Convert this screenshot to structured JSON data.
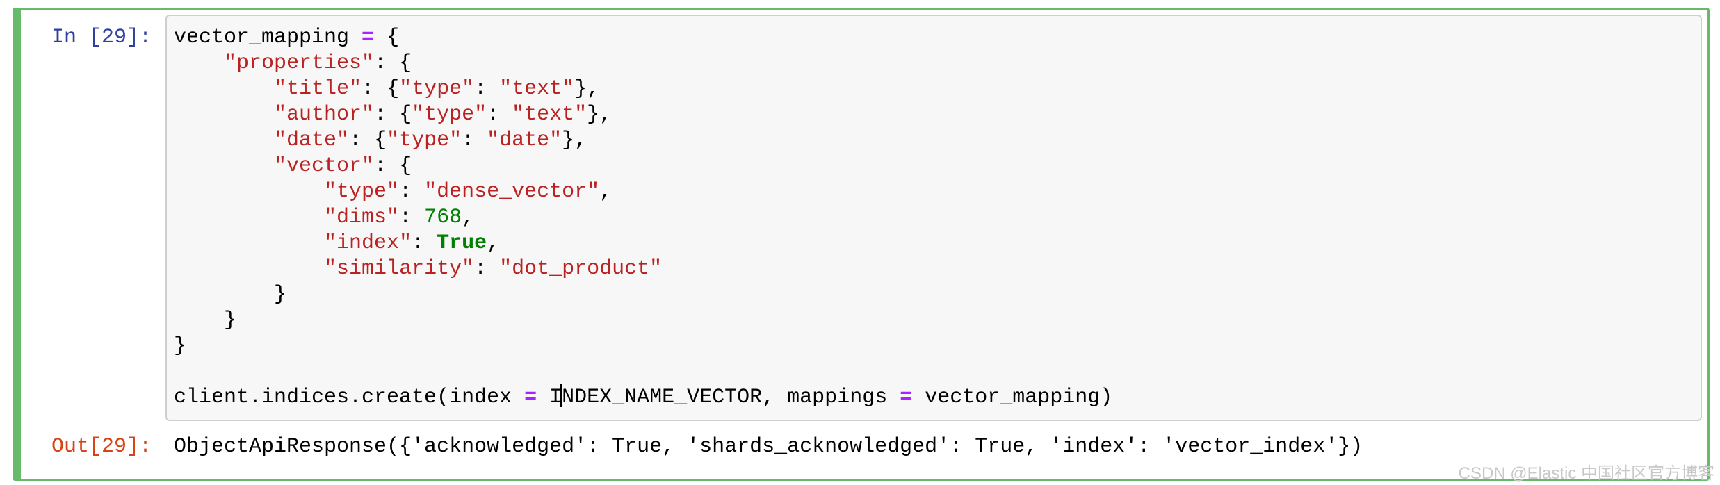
{
  "cell": {
    "input_prompt": "In [29]:",
    "output_prompt": "Out[29]:",
    "code_lines": [
      [
        [
          "p",
          "vector_mapping "
        ],
        [
          "o",
          "="
        ],
        [
          "p",
          " {"
        ]
      ],
      [
        [
          "p",
          "    "
        ],
        [
          "s",
          "\"properties\""
        ],
        [
          "p",
          ": {"
        ]
      ],
      [
        [
          "p",
          "        "
        ],
        [
          "s",
          "\"title\""
        ],
        [
          "p",
          ": {"
        ],
        [
          "s",
          "\"type\""
        ],
        [
          "p",
          ": "
        ],
        [
          "s",
          "\"text\""
        ],
        [
          "p",
          "},"
        ]
      ],
      [
        [
          "p",
          "        "
        ],
        [
          "s",
          "\"author\""
        ],
        [
          "p",
          ": {"
        ],
        [
          "s",
          "\"type\""
        ],
        [
          "p",
          ": "
        ],
        [
          "s",
          "\"text\""
        ],
        [
          "p",
          "},"
        ]
      ],
      [
        [
          "p",
          "        "
        ],
        [
          "s",
          "\"date\""
        ],
        [
          "p",
          ": {"
        ],
        [
          "s",
          "\"type\""
        ],
        [
          "p",
          ": "
        ],
        [
          "s",
          "\"date\""
        ],
        [
          "p",
          "},"
        ]
      ],
      [
        [
          "p",
          "        "
        ],
        [
          "s",
          "\"vector\""
        ],
        [
          "p",
          ": {"
        ]
      ],
      [
        [
          "p",
          "            "
        ],
        [
          "s",
          "\"type\""
        ],
        [
          "p",
          ": "
        ],
        [
          "s",
          "\"dense_vector\""
        ],
        [
          "p",
          ","
        ]
      ],
      [
        [
          "p",
          "            "
        ],
        [
          "s",
          "\"dims\""
        ],
        [
          "p",
          ": "
        ],
        [
          "n",
          "768"
        ],
        [
          "p",
          ","
        ]
      ],
      [
        [
          "p",
          "            "
        ],
        [
          "s",
          "\"index\""
        ],
        [
          "p",
          ": "
        ],
        [
          "k",
          "True"
        ],
        [
          "p",
          ","
        ]
      ],
      [
        [
          "p",
          "            "
        ],
        [
          "s",
          "\"similarity\""
        ],
        [
          "p",
          ": "
        ],
        [
          "s",
          "\"dot_product\""
        ]
      ],
      [
        [
          "p",
          "        }"
        ]
      ],
      [
        [
          "p",
          "    }"
        ]
      ],
      [
        [
          "p",
          "}"
        ]
      ],
      [],
      [
        [
          "p",
          "client.indices.create(index "
        ],
        [
          "o",
          "="
        ],
        [
          "p",
          " I"
        ],
        [
          "caret",
          ""
        ],
        [
          "p",
          "NDEX_NAME_VECTOR, mappings "
        ],
        [
          "o",
          "="
        ],
        [
          "p",
          " vector_mapping)"
        ]
      ]
    ],
    "output_text": "ObjectApiResponse({'acknowledged': True, 'shards_acknowledged': True, 'index': 'vector_index'})"
  },
  "watermark": "CSDN @Elastic 中国社区官方博客",
  "colors": {
    "cell_selected_border": "#66BB6A",
    "input_prompt": "#303F9F",
    "output_prompt": "#D84315",
    "string": "#BA2121",
    "operator": "#AA22FF",
    "number_keyword": "#008000",
    "editor_bg": "#F7F7F7",
    "editor_border": "#CFCFCF",
    "watermark": "#C8C8C8"
  }
}
